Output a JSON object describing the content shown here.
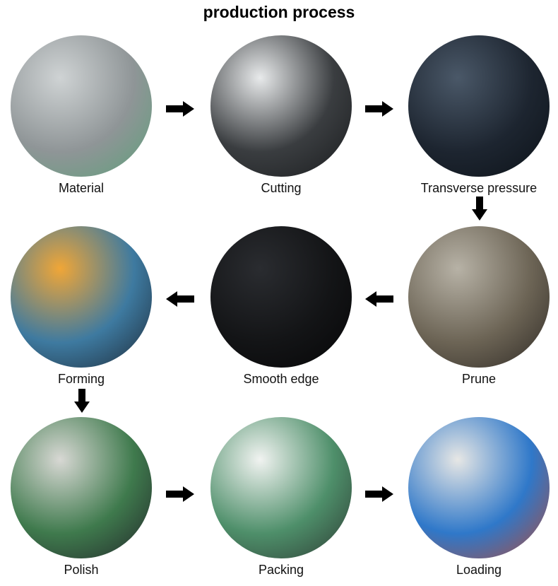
{
  "title": "production process",
  "steps": [
    {
      "label": "Material",
      "colors": [
        "#cfd3d4",
        "#8f9597",
        "#5ea07a"
      ]
    },
    {
      "label": "Cutting",
      "colors": [
        "#e8eaeb",
        "#3a3d40",
        "#1a1c1e"
      ]
    },
    {
      "label": "Transverse pressure",
      "colors": [
        "#4a5868",
        "#1d2530",
        "#0c1218"
      ]
    },
    {
      "label": "Prune",
      "colors": [
        "#b7b2a6",
        "#6c6455",
        "#2f2a25"
      ]
    },
    {
      "label": "Smooth edge",
      "colors": [
        "#2a2c30",
        "#131416",
        "#060607"
      ]
    },
    {
      "label": "Forming",
      "colors": [
        "#f0a637",
        "#3e7aa0",
        "#1d2a38"
      ]
    },
    {
      "label": "Polish",
      "colors": [
        "#d8d8d4",
        "#3f7a4d",
        "#22262a"
      ]
    },
    {
      "label": "Packing",
      "colors": [
        "#f1f3f1",
        "#4e8f6a",
        "#2d3a33"
      ]
    },
    {
      "label": "Loading",
      "colors": [
        "#e7e7e5",
        "#2f78c9",
        "#b04a3a"
      ]
    }
  ]
}
